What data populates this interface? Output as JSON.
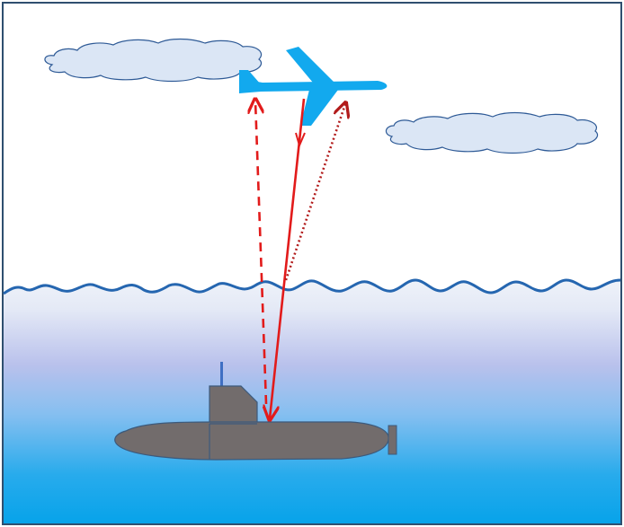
{
  "scene": {
    "description_text": "",
    "colors": {
      "frame": "#2f4f6f",
      "sky": "#ffffff",
      "cloud_fill": "#dbe6f5",
      "cloud_stroke": "#2e5a96",
      "plane": "#12a9ee",
      "wave": "#2566b0",
      "water_top": "#e9eff8",
      "water_mid": "#a6b5e8",
      "water_bottom": "#0aa5ec",
      "submarine": "#726c6c",
      "submarine_stroke": "#3c5a7c",
      "mast": "#3f6fc3",
      "signal": "#e21b1b",
      "signal_dark": "#b21b1b"
    },
    "objects": [
      "cloud-left",
      "cloud-right",
      "aircraft",
      "sea-surface-wave",
      "submarine",
      "transmitted-beam",
      "reflected-beam-dashed",
      "surface-reflection-dotted"
    ],
    "icons": {
      "aircraft": "airplane-icon",
      "submarine": "submarine-icon",
      "clouds": "cloud-icon"
    }
  }
}
